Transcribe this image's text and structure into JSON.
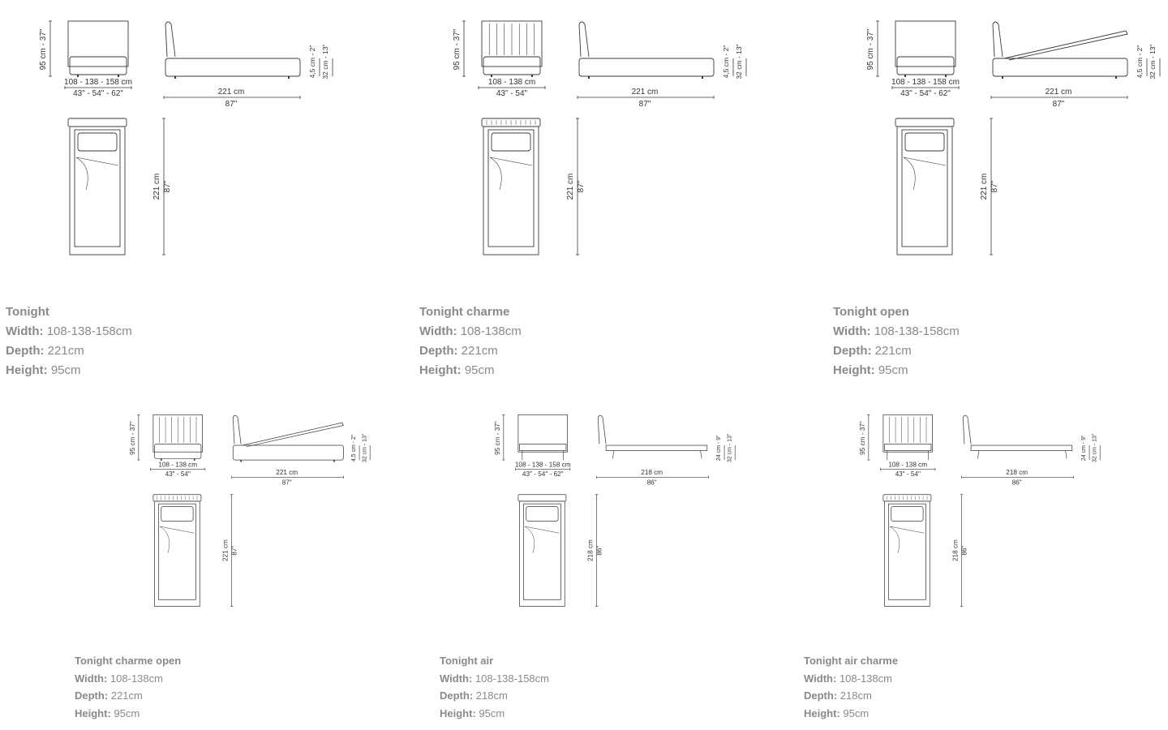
{
  "labels": {
    "width": "Width:",
    "depth": "Depth:",
    "height": "Height:"
  },
  "products": [
    {
      "name": "Tonight",
      "width": "108-138-158cm",
      "depth": "221cm",
      "height": "95cm",
      "dims": {
        "height": "95 cm - 37\"",
        "width_cm": "108 - 138 - 158 cm",
        "width_in": "43\" - 54\" - 62\"",
        "length_cm": "221 cm",
        "length_in": "87\"",
        "base_a": "4,5 cm - 2\"",
        "base_b": "32 cm - 13\"",
        "plan_cm": "221 cm",
        "plan_in": "87\""
      }
    },
    {
      "name": "Tonight charme",
      "width": "108-138cm",
      "depth": "221cm",
      "height": "95cm",
      "dims": {
        "height": "95 cm - 37\"",
        "width_cm": "108 - 138 cm",
        "width_in": "43\" - 54\"",
        "length_cm": "221 cm",
        "length_in": "87\"",
        "base_a": "4,5 cm - 2\"",
        "base_b": "32 cm - 13\"",
        "plan_cm": "221 cm",
        "plan_in": "87\""
      }
    },
    {
      "name": "Tonight open",
      "width": "108-138-158cm",
      "depth": "221cm",
      "height": "95cm",
      "dims": {
        "height": "95 cm - 37\"",
        "width_cm": "108 - 138 - 158 cm",
        "width_in": "43\" - 54\" - 62\"",
        "length_cm": "221 cm",
        "length_in": "87\"",
        "base_a": "4,5 cm - 2\"",
        "base_b": "32 cm - 13\"",
        "plan_cm": "221 cm",
        "plan_in": "87\""
      }
    },
    {
      "name": "Tonight charme open",
      "width": "108-138cm",
      "depth": "221cm",
      "height": "95cm",
      "dims": {
        "height": "95 cm - 37\"",
        "width_cm": "108 - 138 cm",
        "width_in": "43\" - 54\"",
        "length_cm": "221 cm",
        "length_in": "87\"",
        "base_a": "4,5 cm - 2\"",
        "base_b": "32 cm - 13\"",
        "plan_cm": "221 cm",
        "plan_in": "87\""
      }
    },
    {
      "name": "Tonight air",
      "width": "108-138-158cm",
      "depth": "218cm",
      "height": "95cm",
      "dims": {
        "height": "95 cm - 37\"",
        "width_cm": "108 - 138 - 158 cm",
        "width_in": "43\" - 54\" - 62\"",
        "length_cm": "218 cm",
        "length_in": "86\"",
        "base_a": "24 cm - 9\"",
        "base_b": "32 cm - 13\"",
        "plan_cm": "218 cm",
        "plan_in": "86\""
      }
    },
    {
      "name": "Tonight air charme",
      "width": "108-138cm",
      "depth": "218cm",
      "height": "95cm",
      "dims": {
        "height": "95 cm - 37\"",
        "width_cm": "108 - 138 cm",
        "width_in": "43\" - 54\"",
        "length_cm": "218 cm",
        "length_in": "86\"",
        "base_a": "24 cm - 9\"",
        "base_b": "32 cm - 13\"",
        "plan_cm": "218 cm",
        "plan_in": "86\""
      }
    }
  ]
}
